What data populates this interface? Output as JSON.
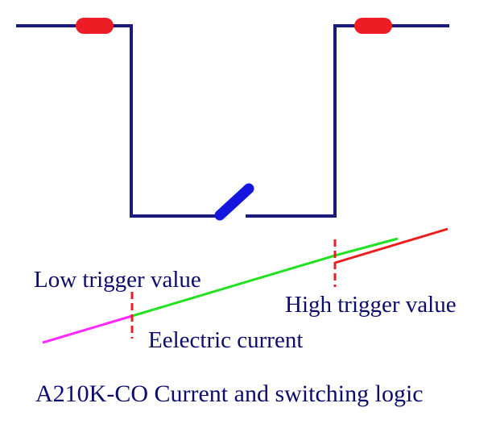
{
  "labels": {
    "low_trigger": "Low trigger value",
    "high_trigger": "High trigger value",
    "electric_current": "Eelectric current",
    "caption": "A210K-CO  Current and switching logic"
  },
  "colors": {
    "background": "#ffffff",
    "wire": "#1a1a7a",
    "fuse": "#ee1c24",
    "switch": "#1515e0",
    "current_low": "#ff2bff",
    "current_mid": "#22e022",
    "current_high": "#ee1c1c",
    "trigger_marker": "#ee1c24",
    "text": "#0c0c6e"
  },
  "icons": {
    "left_fuse": "fuse-icon",
    "right_fuse": "fuse-icon",
    "switch": "open-switch-icon"
  }
}
